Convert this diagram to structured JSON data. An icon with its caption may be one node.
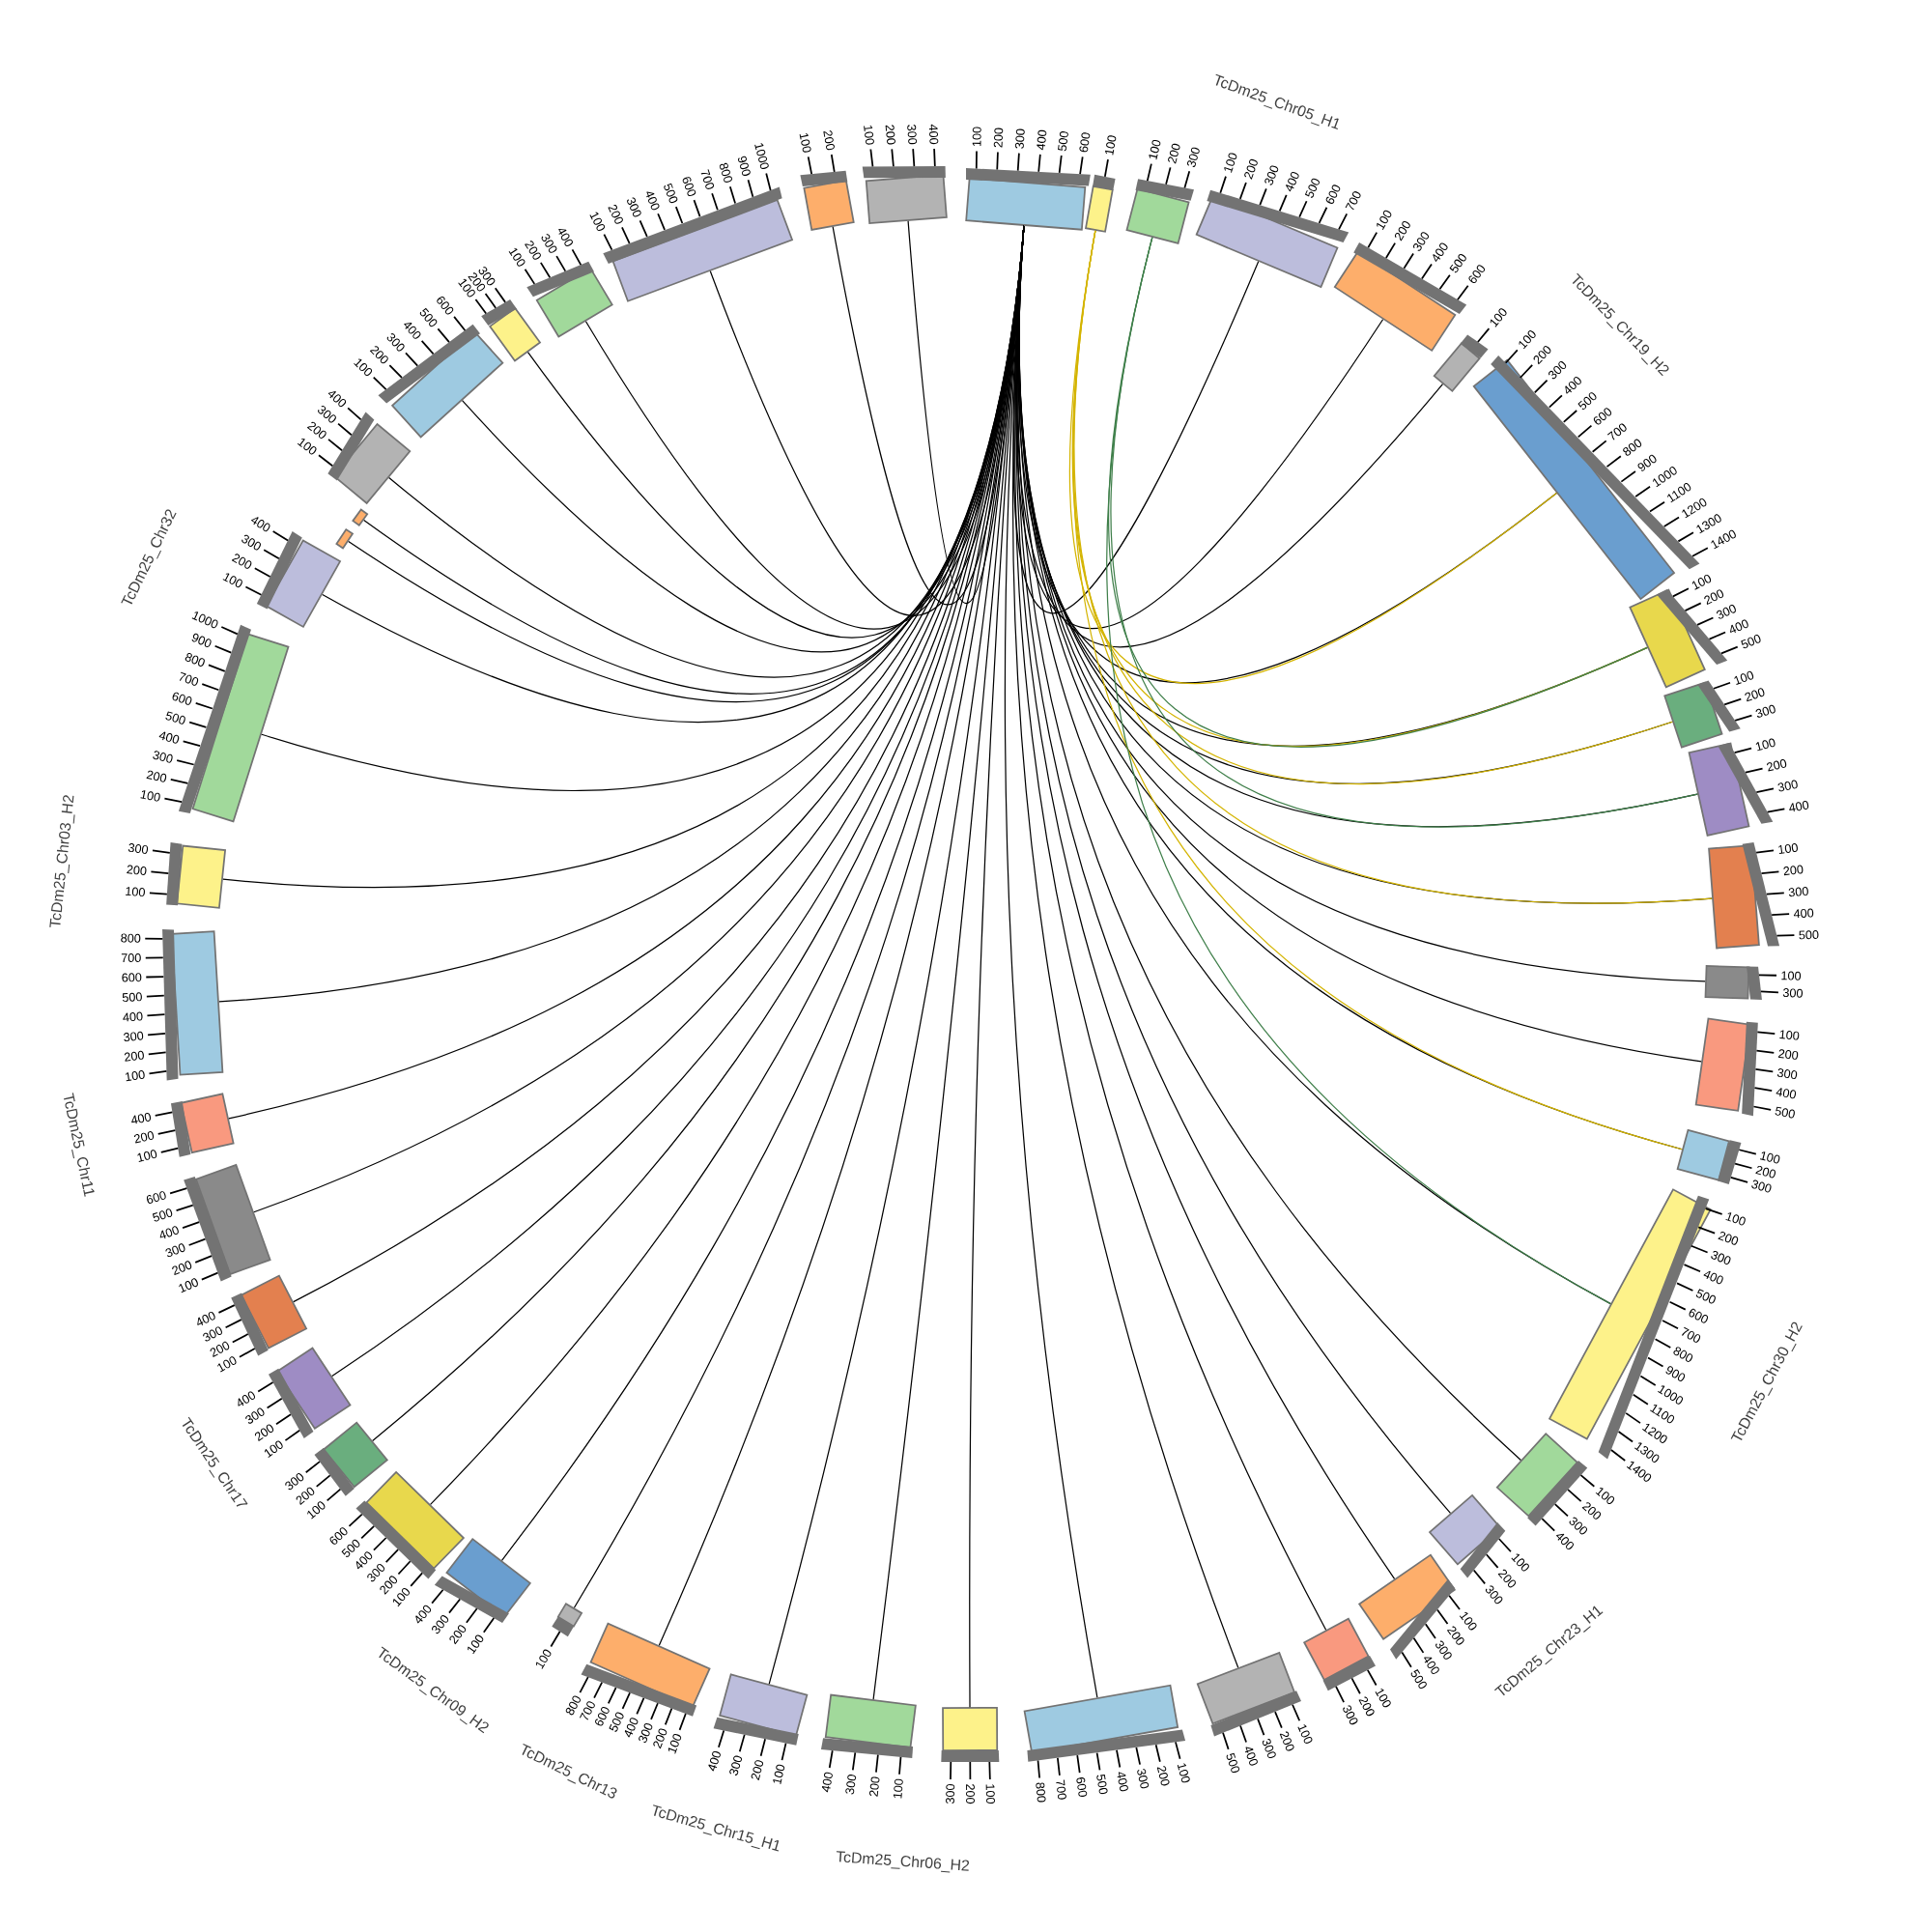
{
  "diagram": {
    "nodes": [
      {
        "text": [],
        "shape": "bar",
        "beside": [
          "100",
          "200",
          "300",
          "400",
          "500",
          "600"
        ]
      },
      {
        "text": [],
        "shape": "bar",
        "beside": [
          "100"
        ]
      },
      {
        "text": [],
        "shape": "bar",
        "beside": [
          "100",
          "200",
          "300"
        ]
      },
      {
        "text": [],
        "shape": "bar",
        "beside": [
          "100",
          "200",
          "300",
          "400",
          "500",
          "600",
          "700"
        ]
      },
      {
        "text": [],
        "shape": "bar",
        "beside": [
          "100",
          "200",
          "300",
          "400",
          "500",
          "600"
        ]
      },
      {
        "text": [],
        "shape": "bar",
        "beside": [
          "100"
        ]
      },
      {
        "text": [],
        "shape": "bar",
        "beside": [
          "100",
          "200",
          "300",
          "400",
          "500",
          "600",
          "700",
          "800",
          "900",
          "1000",
          "1100",
          "1200",
          "1300",
          "1400"
        ]
      },
      {
        "text": [],
        "shape": "bar",
        "beside": [
          "100",
          "200",
          "300",
          "400",
          "500"
        ]
      },
      {
        "text": [],
        "shape": "bar",
        "beside": [
          "100",
          "200",
          "300"
        ]
      },
      {
        "text": [],
        "shape": "bar",
        "beside": [
          "100",
          "200",
          "300",
          "400"
        ]
      },
      {
        "text": [],
        "shape": "bar",
        "beside": [
          "100",
          "200",
          "300",
          "400",
          "500"
        ]
      },
      {
        "text": [],
        "shape": "bar",
        "beside": [
          "100",
          "300"
        ]
      },
      {
        "text": [],
        "shape": "bar",
        "beside": [
          "100",
          "200",
          "300",
          "400",
          "500"
        ]
      },
      {
        "text": [],
        "shape": "bar",
        "beside": [
          "100",
          "200",
          "300"
        ]
      },
      {
        "text": [],
        "shape": "bar",
        "beside": [
          "100",
          "200",
          "300",
          "400",
          "500",
          "600",
          "700",
          "800",
          "900",
          "1000",
          "1100",
          "1200",
          "1300",
          "1400"
        ]
      },
      {
        "text": [],
        "shape": "bar",
        "beside": [
          "100",
          "200",
          "300",
          "400"
        ]
      },
      {
        "text": [],
        "shape": "bar",
        "beside": [
          "100",
          "200",
          "300"
        ]
      },
      {
        "text": [],
        "shape": "bar",
        "beside": [
          "100",
          "200",
          "300",
          "400",
          "500"
        ]
      },
      {
        "text": [],
        "shape": "bar",
        "beside": [
          "100",
          "200",
          "300"
        ]
      },
      {
        "text": [],
        "shape": "bar",
        "beside": [
          "100",
          "200",
          "300",
          "400",
          "500"
        ]
      },
      {
        "text": [],
        "shape": "bar",
        "beside": [
          "100",
          "200",
          "300",
          "400",
          "500",
          "600",
          "700",
          "800"
        ]
      },
      {
        "text": [],
        "shape": "bar",
        "beside": [
          "100",
          "200",
          "300"
        ]
      },
      {
        "text": [],
        "shape": "bar",
        "beside": [
          "100",
          "200",
          "300",
          "400"
        ]
      },
      {
        "text": [],
        "shape": "bar",
        "beside": [
          "100",
          "200",
          "300",
          "400"
        ]
      },
      {
        "text": [],
        "shape": "bar",
        "beside": [
          "100",
          "200",
          "300",
          "400",
          "500",
          "600",
          "700",
          "800"
        ]
      },
      {
        "text": [],
        "shape": "bar",
        "beside": [
          "100"
        ]
      },
      {
        "text": [],
        "shape": "bar",
        "beside": [
          "100",
          "200",
          "300",
          "400"
        ]
      },
      {
        "text": [],
        "shape": "bar",
        "beside": [
          "100",
          "200",
          "300",
          "400",
          "500",
          "600"
        ]
      },
      {
        "text": [],
        "shape": "bar",
        "beside": [
          "100",
          "200",
          "300"
        ]
      },
      {
        "text": [],
        "shape": "bar",
        "beside": [
          "100",
          "200",
          "300",
          "400"
        ]
      },
      {
        "text": [],
        "shape": "bar",
        "beside": [
          "100",
          "200",
          "300",
          "400"
        ]
      },
      {
        "text": [],
        "shape": "bar",
        "beside": [
          "100",
          "200",
          "300",
          "400",
          "500",
          "600"
        ]
      },
      {
        "text": [],
        "shape": "bar",
        "beside": [
          "100",
          "200",
          "400"
        ]
      },
      {
        "text": [],
        "shape": "bar",
        "beside": [
          "100",
          "200",
          "300",
          "400",
          "500",
          "600",
          "700",
          "800"
        ]
      },
      {
        "text": [],
        "shape": "bar",
        "beside": [
          "100",
          "200",
          "300"
        ]
      },
      {
        "text": [],
        "shape": "bar",
        "beside": [
          "100",
          "200",
          "300",
          "400",
          "500",
          "600",
          "700",
          "800",
          "900",
          "1000"
        ]
      },
      {
        "text": [],
        "shape": "bar",
        "beside": [
          "100",
          "200",
          "300",
          "400"
        ]
      },
      {
        "text": [],
        "shape": "bar"
      },
      {
        "text": [],
        "shape": "bar"
      },
      {
        "text": [],
        "shape": "bar",
        "beside": [
          "100",
          "200",
          "300",
          "400"
        ]
      },
      {
        "text": [],
        "shape": "bar",
        "beside": [
          "100",
          "200",
          "300",
          "400",
          "500",
          "600"
        ]
      },
      {
        "text": [],
        "shape": "bar",
        "beside": [
          "100",
          "200",
          "300"
        ]
      },
      {
        "text": [],
        "shape": "bar",
        "beside": [
          "100",
          "200",
          "300",
          "400"
        ]
      },
      {
        "text": [],
        "shape": "bar",
        "beside": [
          "100",
          "200",
          "300",
          "400",
          "500",
          "600",
          "700",
          "800",
          "900",
          "1000"
        ]
      },
      {
        "text": [],
        "shape": "bar",
        "beside": [
          "100",
          "200"
        ]
      },
      {
        "text": [],
        "shape": "bar",
        "beside": [
          "100",
          "200",
          "300",
          "400"
        ]
      }
    ],
    "edges": [
      {
        "from": 0,
        "to": 3,
        "arrow": "none"
      },
      {
        "from": 0,
        "to": 4,
        "arrow": "none"
      },
      {
        "from": 0,
        "to": 5,
        "arrow": "none"
      },
      {
        "from": 0,
        "to": 6,
        "arrow": "none"
      },
      {
        "from": 0,
        "to": 7,
        "arrow": "none"
      },
      {
        "from": 0,
        "to": 8,
        "arrow": "none"
      },
      {
        "from": 0,
        "to": 9,
        "arrow": "none"
      },
      {
        "from": 0,
        "to": 10,
        "arrow": "none"
      },
      {
        "from": 0,
        "to": 11,
        "arrow": "none"
      },
      {
        "from": 0,
        "to": 12,
        "arrow": "none"
      },
      {
        "from": 0,
        "to": 13,
        "arrow": "none"
      },
      {
        "from": 0,
        "to": 14,
        "arrow": "none"
      },
      {
        "from": 0,
        "to": 15,
        "arrow": "none"
      },
      {
        "from": 0,
        "to": 16,
        "arrow": "none"
      },
      {
        "from": 0,
        "to": 17,
        "arrow": "none"
      },
      {
        "from": 0,
        "to": 18,
        "arrow": "none"
      },
      {
        "from": 0,
        "to": 19,
        "arrow": "none"
      },
      {
        "from": 0,
        "to": 20,
        "arrow": "none"
      },
      {
        "from": 0,
        "to": 21,
        "arrow": "none"
      },
      {
        "from": 0,
        "to": 22,
        "arrow": "none"
      },
      {
        "from": 0,
        "to": 23,
        "arrow": "none"
      },
      {
        "from": 0,
        "to": 24,
        "arrow": "none"
      },
      {
        "from": 0,
        "to": 25,
        "arrow": "none"
      },
      {
        "from": 0,
        "to": 26,
        "arrow": "none"
      },
      {
        "from": 0,
        "to": 27,
        "arrow": "none"
      },
      {
        "from": 0,
        "to": 28,
        "arrow": "none"
      },
      {
        "from": 0,
        "to": 29,
        "arrow": "none"
      },
      {
        "from": 0,
        "to": 30,
        "arrow": "none"
      },
      {
        "from": 0,
        "to": 31,
        "arrow": "none"
      },
      {
        "from": 0,
        "to": 32,
        "arrow": "none"
      },
      {
        "from": 0,
        "to": 33,
        "arrow": "none"
      },
      {
        "from": 0,
        "to": 34,
        "arrow": "none"
      },
      {
        "from": 0,
        "to": 35,
        "arrow": "none"
      },
      {
        "from": 0,
        "to": 36,
        "arrow": "none"
      },
      {
        "from": 0,
        "to": 37,
        "arrow": "none"
      },
      {
        "from": 0,
        "to": 38,
        "arrow": "none"
      },
      {
        "from": 0,
        "to": 39,
        "arrow": "none"
      },
      {
        "from": 0,
        "to": 40,
        "arrow": "none"
      },
      {
        "from": 0,
        "to": 41,
        "arrow": "none"
      },
      {
        "from": 0,
        "to": 42,
        "arrow": "none"
      },
      {
        "from": 0,
        "to": 43,
        "arrow": "none"
      },
      {
        "from": 0,
        "to": 44,
        "arrow": "none"
      },
      {
        "from": 0,
        "to": 45,
        "arrow": "none"
      },
      {
        "from": 1,
        "to": 6,
        "arrow": "none",
        "color": "#d4b400"
      },
      {
        "from": 1,
        "to": 7,
        "arrow": "none",
        "color": "#d4b400"
      },
      {
        "from": 1,
        "to": 8,
        "arrow": "none",
        "color": "#d4b400"
      },
      {
        "from": 1,
        "to": 10,
        "arrow": "none",
        "color": "#d4b400"
      },
      {
        "from": 1,
        "to": 13,
        "arrow": "none",
        "color": "#d4b400"
      },
      {
        "from": 2,
        "to": 7,
        "arrow": "none",
        "color": "#3f7f4a"
      },
      {
        "from": 2,
        "to": 9,
        "arrow": "none",
        "color": "#3f7f4a"
      },
      {
        "from": 2,
        "to": 14,
        "arrow": "none",
        "color": "#3f7f4a"
      }
    ],
    "labels": [
      "TcDm25_Chr05_H1",
      "TcDm25_Chr19_H2",
      "TcDm25_Chr30_H2",
      "TcDm25_Chr23_H1",
      "TcDm25_Chr06_H2",
      "TcDm25_Chr15_H1",
      "TcDm25_Chr13",
      "TcDm25_Chr09_H2",
      "TcDm25_Chr17",
      "TcDm25_Chr11",
      "TcDm25_Chr03_H2",
      "TcDm25_Chr32"
    ]
  }
}
